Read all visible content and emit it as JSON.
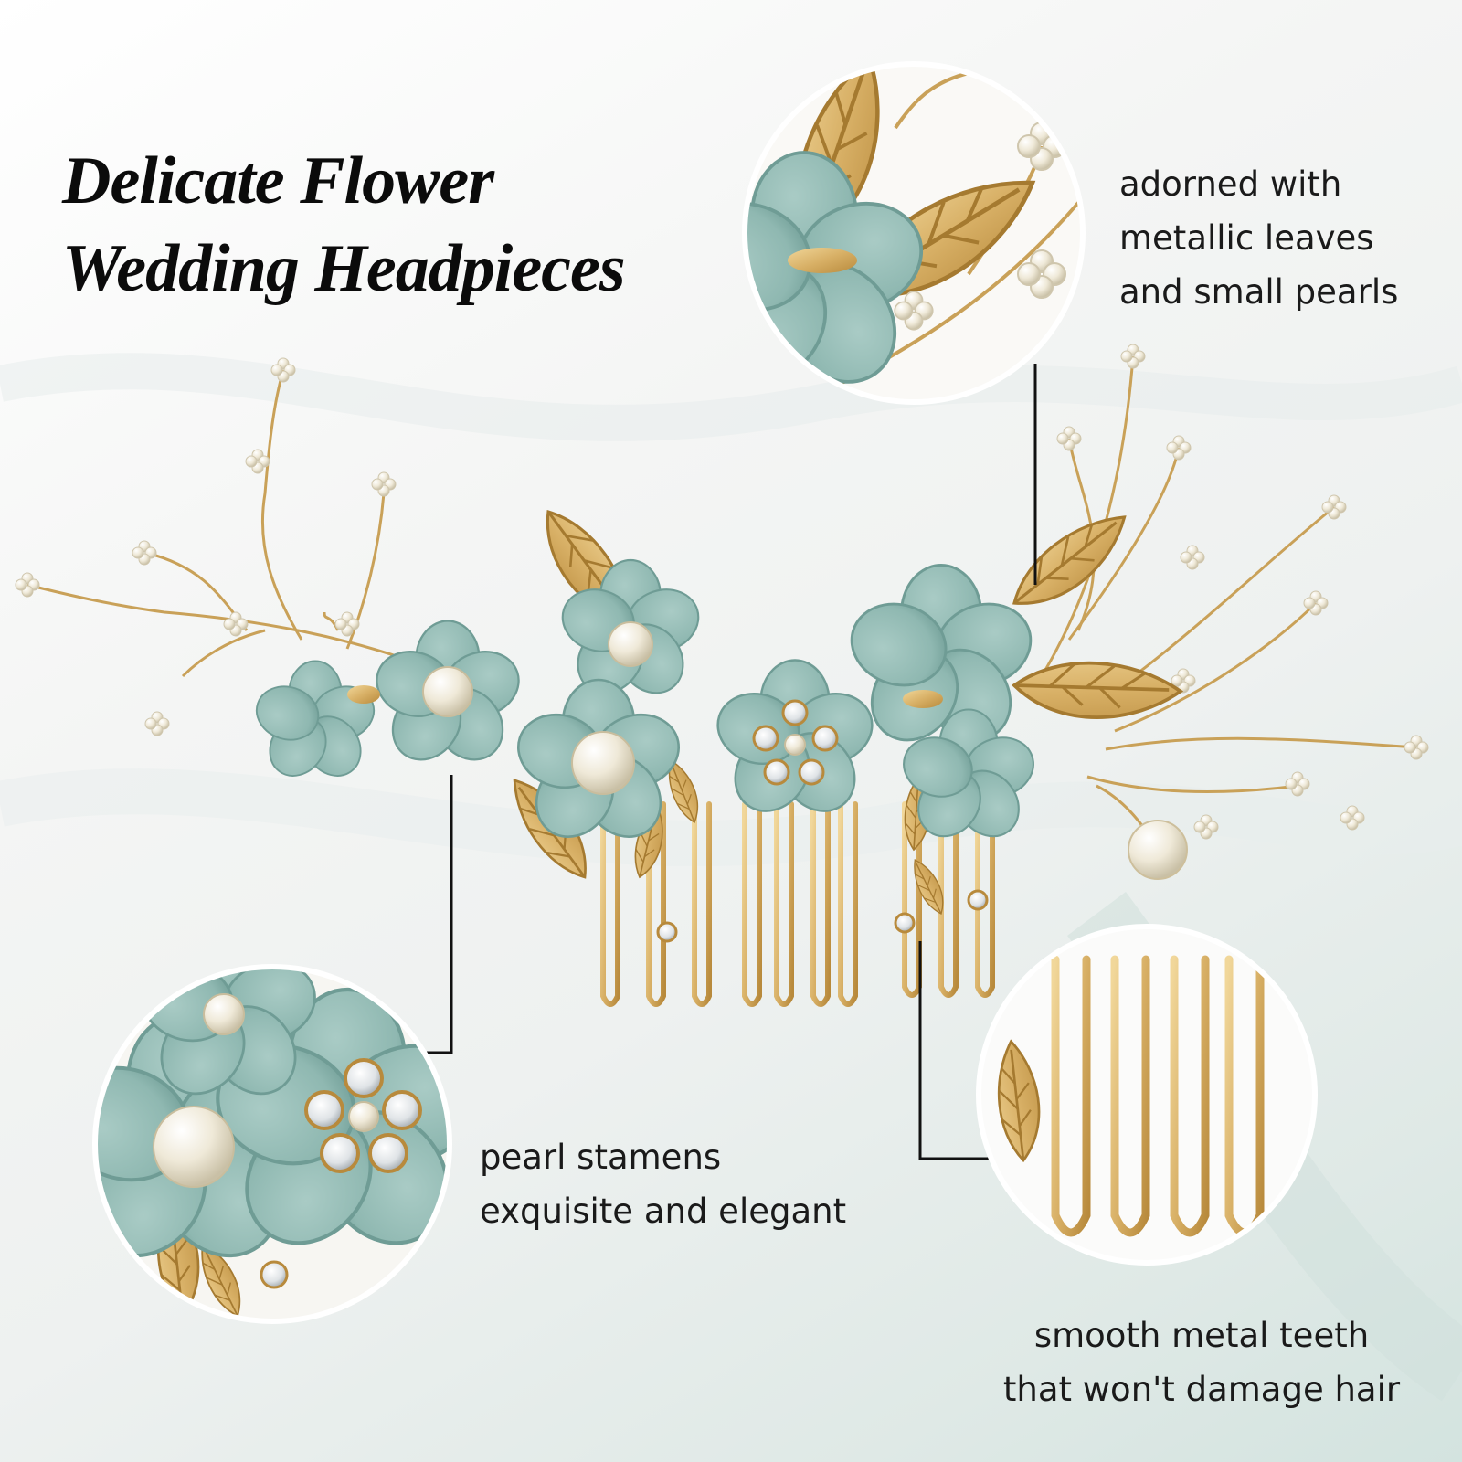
{
  "title": {
    "line1": "Delicate Flower",
    "line2": "Wedding Headpieces"
  },
  "callouts": {
    "leaves": [
      "adorned with",
      "metallic leaves",
      "and small pearls"
    ],
    "pearls": [
      "pearl stamens",
      "exquisite and elegant"
    ],
    "teeth": [
      "smooth metal teeth",
      "that won't damage hair"
    ]
  },
  "colors": {
    "petal": "#8fb8b1",
    "petal_shade": "#6f9c95",
    "gold": "#d8b066",
    "gold_dark": "#b88a3c",
    "pearl": "#f6f2e4",
    "text": "#1a1a1a",
    "background_tint": "#d3e3df"
  }
}
